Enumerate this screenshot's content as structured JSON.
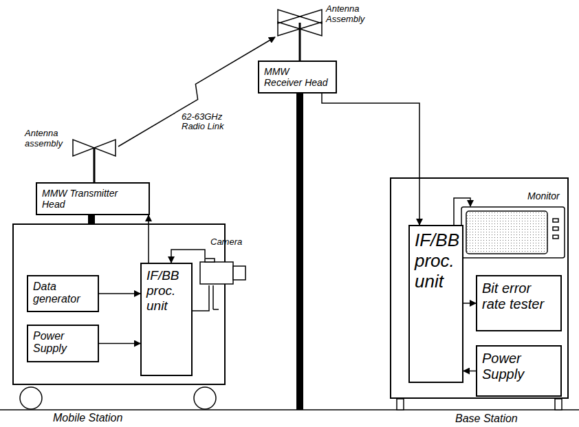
{
  "diagram": {
    "nodes": [
      {
        "text": [
          "Mobile Station"
        ]
      },
      {
        "text": [
          "Data generator"
        ],
        "in": 0
      },
      {
        "text": [
          "Power Supply"
        ],
        "in": 0
      },
      {
        "text": [
          "IF/BB proc. unit"
        ],
        "in": 0
      },
      {
        "text": [
          "Camera"
        ]
      },
      {
        "text": [
          "Antenna assembly"
        ]
      },
      {
        "text": [
          "MMW Transmitter Head"
        ]
      },
      {
        "text": [
          "Antenna Assembly"
        ]
      },
      {
        "text": [
          "MMW Receiver Head"
        ]
      },
      {
        "text": [
          "Base Station"
        ]
      },
      {
        "text": [
          "Monitor"
        ],
        "in": 9
      },
      {
        "text": [
          "IF/BB proc. unit"
        ],
        "in": 9
      },
      {
        "text": [
          "Bit error rate tester"
        ],
        "in": 9
      },
      {
        "text": [
          "Power Supply"
        ],
        "in": 9
      }
    ],
    "edges": [
      {
        "from": 1,
        "to": 3,
        "arrow": "to"
      },
      {
        "from": 2,
        "to": 3,
        "arrow": "to"
      },
      {
        "from": 3,
        "to": 6,
        "arrow": "to"
      },
      {
        "from": 4,
        "to": 3,
        "arrow": "to"
      },
      {
        "from": 3,
        "to": 4,
        "arrow": "none"
      },
      {
        "from": 5,
        "to": 7,
        "label": "62-63GHz Radio Link",
        "arrow": "to"
      },
      {
        "from": 8,
        "to": 11,
        "arrow": "to"
      },
      {
        "from": 11,
        "to": 10,
        "arrow": "to"
      },
      {
        "from": 11,
        "to": 12,
        "arrow": "to"
      },
      {
        "from": 13,
        "to": 11,
        "arrow": "to"
      }
    ]
  }
}
